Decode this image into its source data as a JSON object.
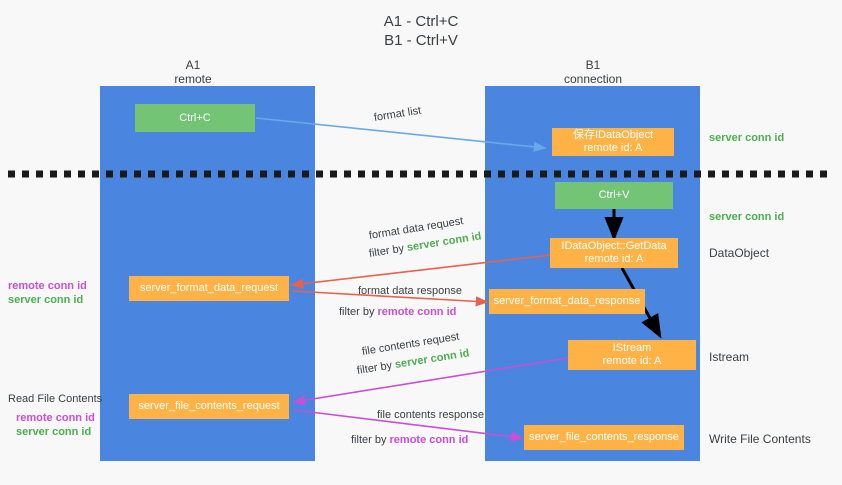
{
  "title": "A1 - Ctrl+C\nB1 - Ctrl+V",
  "columns": [
    {
      "name": "A1",
      "sub": "remote"
    },
    {
      "name": "B1",
      "sub": "connection"
    }
  ],
  "colors": {
    "lane": "#4a86e0",
    "green_box": "#74c476",
    "orange_box": "#ffb347",
    "server_conn": "#4caf50",
    "remote_conn": "#c94fd4",
    "separator": "#1a1a1a",
    "arrow_blue": "#6aa8e8",
    "arrow_red": "#e8614d",
    "arrow_magenta": "#c94fd4",
    "arrow_black": "#000000",
    "background": "#f8f8f8"
  },
  "boxes": {
    "ctrl_c": "Ctrl+C",
    "ctrl_v": "Ctrl+V",
    "idataobject": {
      "line1": "保存IDataObject",
      "line2": "remote id: A"
    },
    "getdata": {
      "line1": "IDataObject::GetData",
      "line2": "remote id: A"
    },
    "istream": {
      "line1": "IStream",
      "line2": "remote id: A"
    },
    "server_format_data_request": "server_format_data_request",
    "server_format_data_response": "server_format_data_response",
    "server_file_contents_request": "server_file_contents_request",
    "server_file_contents_response": "server_file_contents_response"
  },
  "arrow_labels": {
    "format_list": "format list",
    "format_data_request": "format data request",
    "format_data_request_filter_prefix": "filter by ",
    "format_data_request_filter_value": "server conn id",
    "format_data_response": "format data response",
    "format_data_response_filter_prefix": "filter by ",
    "format_data_response_filter_value": "remote conn id",
    "file_contents_request": "file contents request",
    "file_contents_request_filter_prefix": "filter by ",
    "file_contents_request_filter_value": "server conn id",
    "file_contents_response": "file contents response",
    "file_contents_response_filter_prefix": "filter by ",
    "file_contents_response_filter_value": "remote conn id"
  },
  "right_labels": {
    "server_conn_top": "server conn id",
    "server_conn_mid": "server conn id",
    "dataobject": "DataObject",
    "istream": "Istream",
    "write_file_contents": "Write File Contents"
  },
  "left_labels": {
    "remote_conn_1": "remote conn id",
    "server_conn_1": "server conn id",
    "read_file_contents": "Read File Contents",
    "remote_conn_2": "remote conn id",
    "server_conn_2": "server conn id"
  }
}
